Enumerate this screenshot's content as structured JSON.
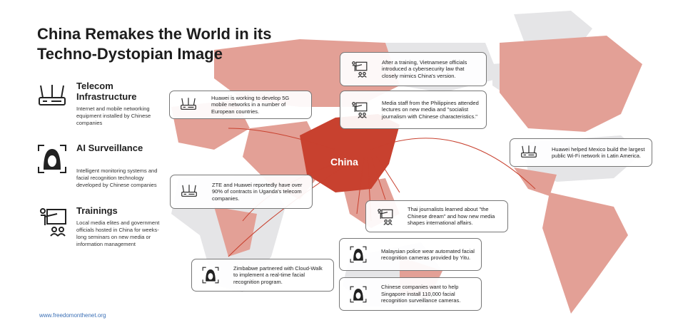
{
  "title": {
    "line1": "China Remakes the World in its",
    "line2": "Techno-Dystopian Image"
  },
  "legend": [
    {
      "heading": "Telecom Infrastructure",
      "desc": "Internet and mobile networking equipment installed by Chinese companies",
      "icon": "router-icon"
    },
    {
      "heading": "AI Surveillance",
      "desc": "Intelligent monitoring systems and facial recognition technology developed by Chinese companies",
      "icon": "face-scan-icon"
    },
    {
      "heading": "Trainings",
      "desc": "Local media elites and government officials hosted in China for weeks-long seminars on new media or information management",
      "icon": "trainer-icon"
    }
  ],
  "map": {
    "center_label": "China"
  },
  "cards": [
    {
      "text": "Huawei is working to develop 5G mobile networks in a number of European countries.",
      "icon": "router-icon"
    },
    {
      "text": "After a training, Vietnamese officials introduced a cybersecurity law that closely mimics China's version.",
      "icon": "trainer-icon"
    },
    {
      "text": "Media staff from the Philippines attended lectures on new media and \"socialist journalism with Chinese characteristics.\"",
      "icon": "trainer-icon"
    },
    {
      "text": "Huawei helped Mexico build the largest public Wi-Fi network in Latin America.",
      "icon": "router-icon"
    },
    {
      "text": "ZTE and Huawei reportedly have over 90% of contracts in Uganda's telecom companies.",
      "icon": "router-icon"
    },
    {
      "text": "Thai journalists learned about \"the Chinese dream\" and how new media shapes international affairs.",
      "icon": "trainer-icon"
    },
    {
      "text": "Malaysian police wear automated facial recognition cameras provided by Yitu.",
      "icon": "face-scan-icon"
    },
    {
      "text": "Zimbabwe partnered with Cloud-Walk to implement a real-time facial recognition program.",
      "icon": "face-scan-icon"
    },
    {
      "text": "Chinese companies want to help Singapore install 110,000 facial recognition surveillance cameras.",
      "icon": "face-scan-icon"
    }
  ],
  "footer": {
    "url": "www.freedomonthenet.org"
  },
  "colors": {
    "china": "#c8412f",
    "affected": "#e3a096",
    "other": "#e5e5e7",
    "link": "#3a6fb5"
  }
}
